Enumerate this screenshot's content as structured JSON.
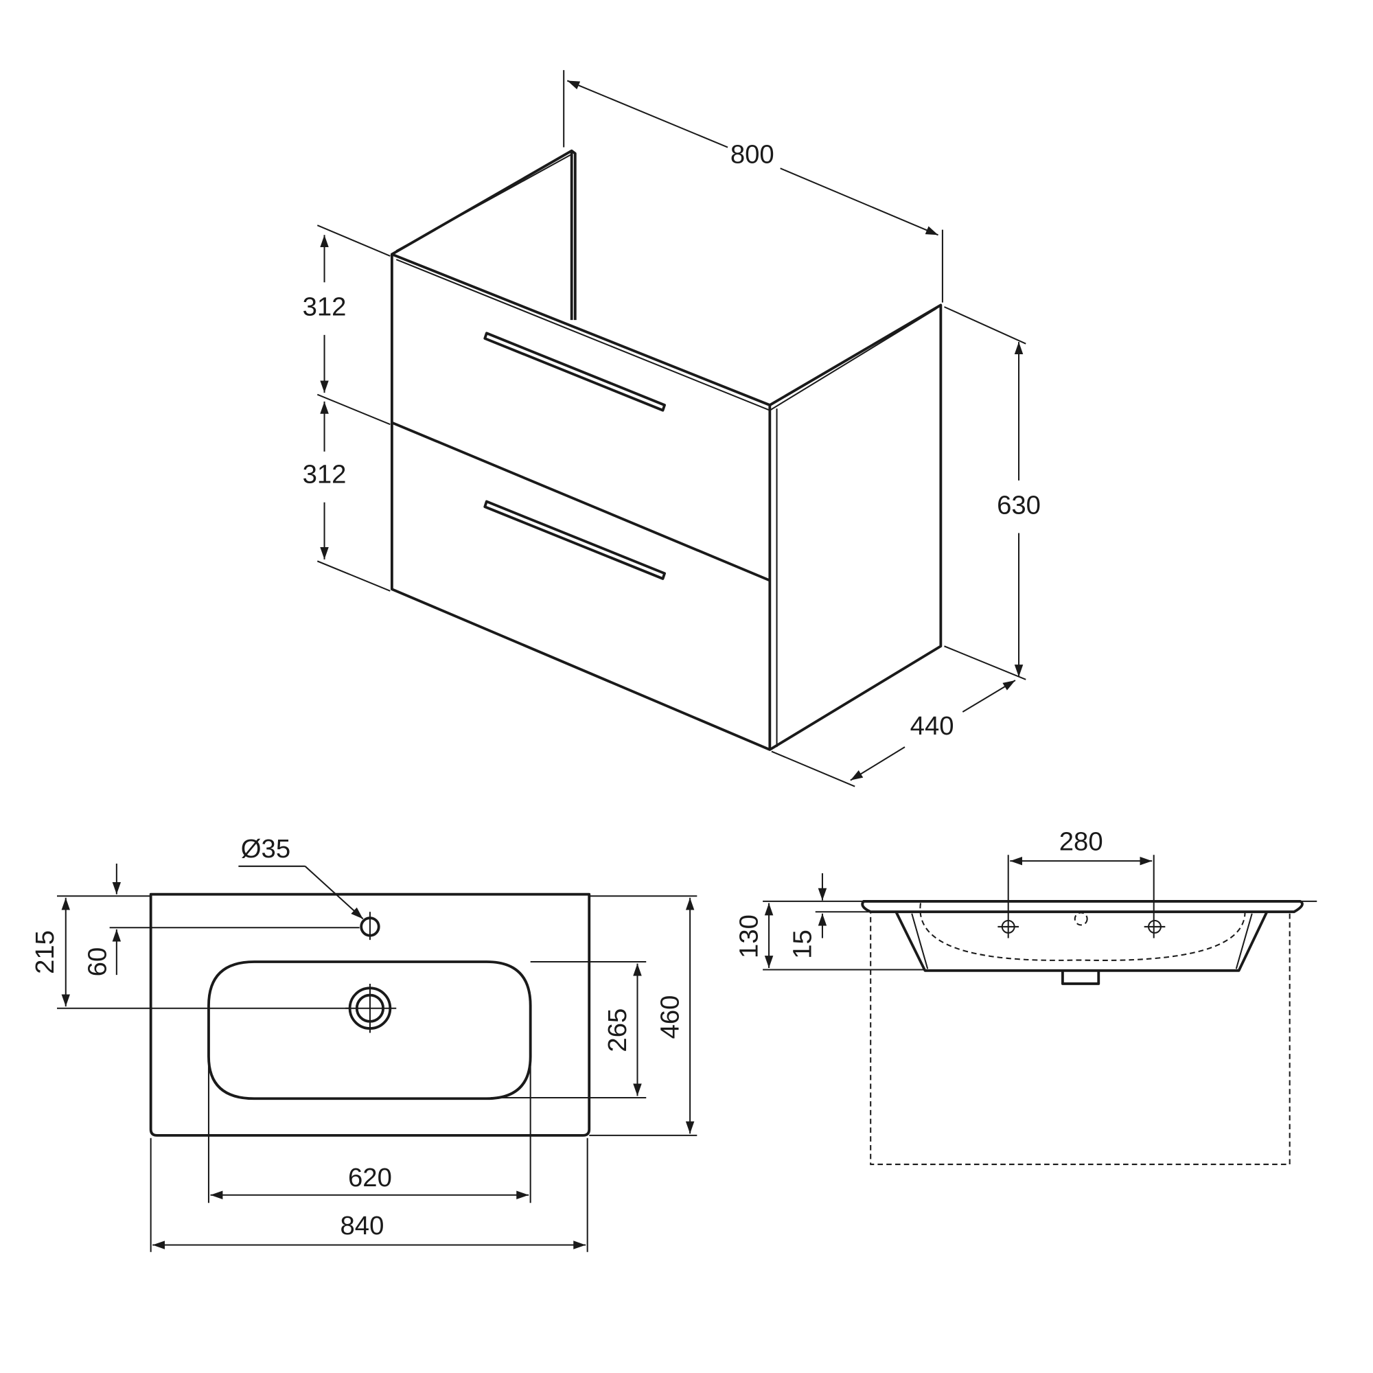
{
  "cabinet": {
    "width": "800",
    "drawer_top": "312",
    "drawer_bottom": "312",
    "height": "630",
    "depth": "440"
  },
  "basin_top_view": {
    "tap_hole": "Ø35",
    "tap_offset": "60",
    "drain_offset": "215",
    "bowl_depth": "265",
    "depth": "460",
    "bowl_width": "620",
    "width": "840"
  },
  "basin_side_view": {
    "hole_spacing": "280",
    "height": "130",
    "rim": "15"
  }
}
